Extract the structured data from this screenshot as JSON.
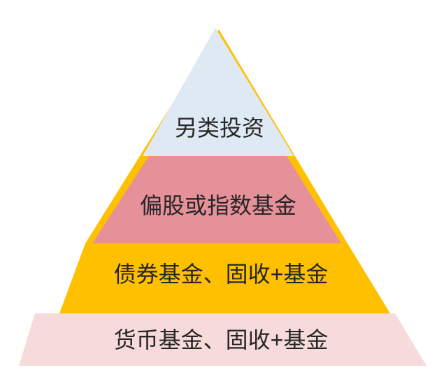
{
  "diagram": {
    "type": "pyramid",
    "background_color": "#ffffff",
    "back_accent_color": "#ffc000",
    "label_color": "#262626",
    "levels": [
      {
        "position": "top",
        "label": "另类投资",
        "color": "#dee9f4"
      },
      {
        "position": "upper-middle",
        "label": "偏股或指数基金",
        "color": "#e6919a"
      },
      {
        "position": "lower-middle",
        "label": "债券基金、固收+基金",
        "color": "#ffc000"
      },
      {
        "position": "bottom",
        "label": "货币基金、固收+基金",
        "color": "#f6dbda"
      }
    ]
  }
}
